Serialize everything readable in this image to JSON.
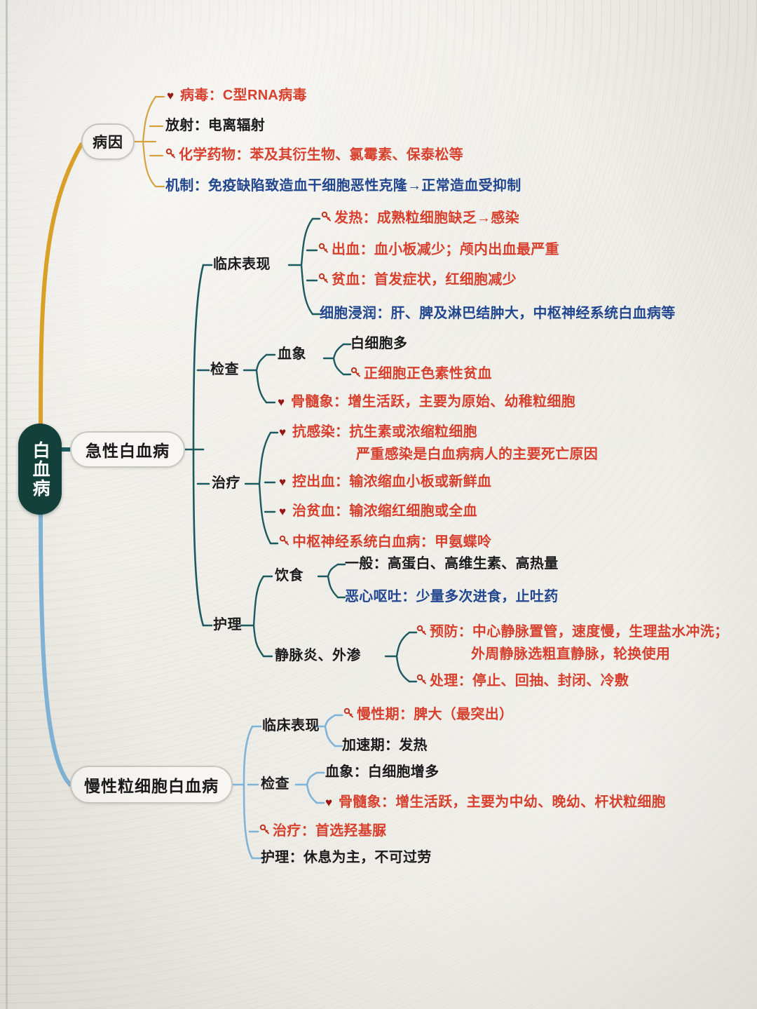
{
  "page": {
    "title": "白血病 思维导图",
    "paper_color": "#eceae4",
    "colors": {
      "root_fill": "#12403a",
      "root_text": "#ffffff",
      "node_fill": "#f7f6f2",
      "node_border": "#c9c7c0",
      "branch_cause": "#dca227",
      "branch_acute": "#1b5a5e",
      "branch_chronic": "#7fb4d8",
      "text_red": "#d8402e",
      "text_blue": "#23478f",
      "text_black": "#1b1b1d",
      "heart_icon": "#9b1616",
      "key_icon": "#c33523"
    }
  },
  "root": {
    "label": "白血病"
  },
  "branches": {
    "cause": {
      "node_label": "病因",
      "items": [
        {
          "icon": "heart-icon",
          "key": "病毒：",
          "value": "C型RNA病毒",
          "color": "red"
        },
        {
          "icon": "none",
          "key": "放射：",
          "value": "电离辐射",
          "color": "black"
        },
        {
          "icon": "key-icon",
          "key": "化学药物：",
          "value": "苯及其衍生物、氯霉素、保泰松等",
          "color": "red"
        },
        {
          "icon": "none",
          "key": "机制：",
          "value": "免疫缺陷致造血干细胞恶性克隆→正常造血受抑制",
          "color": "blue"
        }
      ]
    },
    "acute": {
      "node_label": "急性白血病",
      "groups": [
        {
          "label": "临床表现",
          "items": [
            {
              "icon": "key-icon",
              "key": "发热：",
              "value": "成熟粒细胞缺乏→感染",
              "color": "red"
            },
            {
              "icon": "key-icon",
              "key": "出血：",
              "value": "血小板减少；颅内出血最严重",
              "color": "red"
            },
            {
              "icon": "key-icon",
              "key": "贫血：",
              "value": "首发症状，红细胞减少",
              "color": "red"
            },
            {
              "icon": "none",
              "key": "细胞浸润：",
              "value": "肝、脾及淋巴结肿大，中枢神经系统白血病等",
              "color": "blue"
            }
          ]
        },
        {
          "label": "检查",
          "subgroups": [
            {
              "label": "血象",
              "items": [
                {
                  "icon": "none",
                  "key": "",
                  "value": "白细胞多",
                  "color": "black"
                },
                {
                  "icon": "key-icon",
                  "key": "",
                  "value": "正细胞正色素性贫血",
                  "color": "red"
                }
              ]
            }
          ],
          "items": [
            {
              "icon": "heart-icon",
              "key": "骨髓象：",
              "value": "增生活跃，主要为原始、幼稚粒细胞",
              "color": "red"
            }
          ]
        },
        {
          "label": "治疗",
          "items": [
            {
              "icon": "heart-icon",
              "key": "抗感染：",
              "value": "抗生素或浓缩粒细胞",
              "color": "red",
              "second_line": "严重感染是白血病病人的主要死亡原因"
            },
            {
              "icon": "heart-icon",
              "key": "控出血：",
              "value": "输浓缩血小板或新鲜血",
              "color": "red"
            },
            {
              "icon": "heart-icon",
              "key": "治贫血：",
              "value": "输浓缩红细胞或全血",
              "color": "red"
            },
            {
              "icon": "key-icon",
              "key": "中枢神经系统白血病：",
              "value": "甲氨蝶呤",
              "color": "red"
            }
          ]
        },
        {
          "label": "护理",
          "subgroups": [
            {
              "label": "饮食",
              "items": [
                {
                  "icon": "none",
                  "key": "一般：",
                  "value": "高蛋白、高维生素、高热量",
                  "color": "black"
                },
                {
                  "icon": "none",
                  "key": "恶心呕吐：",
                  "value": "少量多次进食，止吐药",
                  "color": "blue"
                }
              ]
            },
            {
              "label": "静脉炎、外渗",
              "items": [
                {
                  "icon": "key-icon",
                  "key": "预防：",
                  "value": "中心静脉置管，速度慢，生理盐水冲洗；",
                  "color": "red",
                  "second_line": "外周静脉选粗直静脉，轮换使用"
                },
                {
                  "icon": "key-icon",
                  "key": "处理：",
                  "value": "停止、回抽、封闭、冷敷",
                  "color": "red"
                }
              ]
            }
          ]
        }
      ]
    },
    "chronic": {
      "node_label": "慢性粒细胞白血病",
      "groups": [
        {
          "label": "临床表现",
          "items": [
            {
              "icon": "key-icon",
              "key": "慢性期：",
              "value": "脾大（最突出）",
              "color": "red"
            },
            {
              "icon": "none",
              "key": "加速期：",
              "value": "发热",
              "color": "black"
            }
          ]
        },
        {
          "label": "检查",
          "items": [
            {
              "icon": "none",
              "key": "血象：",
              "value": "白细胞增多",
              "color": "black"
            },
            {
              "icon": "heart-icon",
              "key": "骨髓象：",
              "value": "增生活跃，主要为中幼、晚幼、杆状粒细胞",
              "color": "red"
            }
          ]
        },
        {
          "label": "",
          "items": [
            {
              "icon": "key-icon",
              "key": "治疗：",
              "value": "首选羟基脲",
              "color": "red"
            },
            {
              "icon": "none",
              "key": "护理：",
              "value": "休息为主，不可过劳",
              "color": "black"
            }
          ]
        }
      ]
    }
  }
}
